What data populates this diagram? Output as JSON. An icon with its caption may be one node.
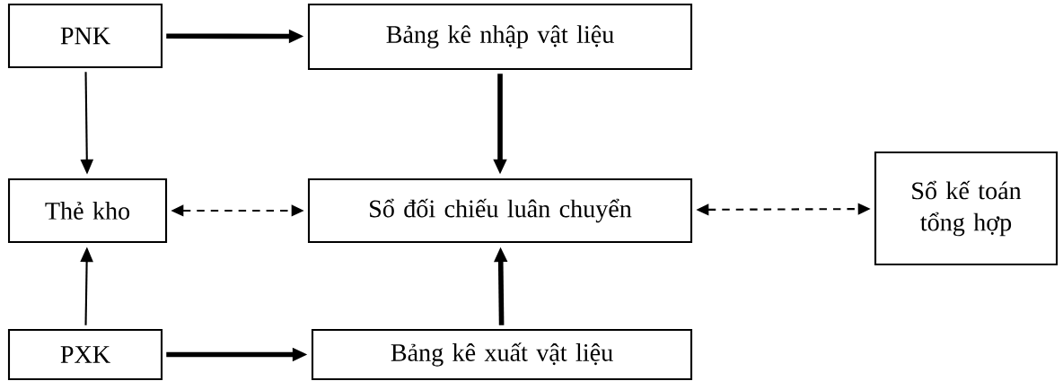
{
  "diagram": {
    "nodes": [
      {
        "text": [
          "PNK"
        ]
      },
      {
        "text": [
          "Bảng kê nhập vật liệu"
        ]
      },
      {
        "text": [
          "Thẻ kho"
        ]
      },
      {
        "text": [
          "Sổ đối chiếu luân chuyển"
        ]
      },
      {
        "text": [
          "Sổ kế toán tổng hợp"
        ]
      },
      {
        "text": [
          "PXK"
        ]
      },
      {
        "text": [
          "Bảng kê xuất vật liệu"
        ]
      }
    ],
    "edges": [
      {
        "from": 0,
        "to": 1,
        "arrow": "to",
        "style": "thick"
      },
      {
        "from": 1,
        "to": 3,
        "arrow": "to",
        "style": "thick"
      },
      {
        "from": 0,
        "to": 2,
        "arrow": "to"
      },
      {
        "from": 5,
        "to": 2,
        "arrow": "to"
      },
      {
        "from": 2,
        "to": 3,
        "arrow": "both",
        "style": "dashed"
      },
      {
        "from": 3,
        "to": 4,
        "arrow": "both",
        "style": "dashed"
      },
      {
        "from": 5,
        "to": 6,
        "arrow": "to",
        "style": "thick"
      },
      {
        "from": 6,
        "to": 3,
        "arrow": "to",
        "style": "thick"
      }
    ]
  }
}
